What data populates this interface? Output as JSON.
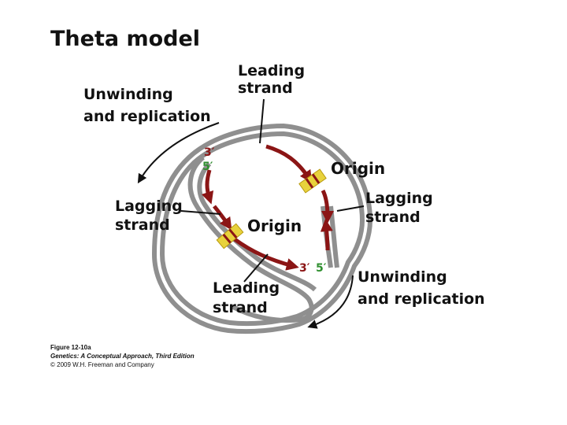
{
  "title": "Theta model",
  "labels": {
    "leading_strand_top": [
      "Leading",
      "strand"
    ],
    "unwinding_top": [
      "Unwinding",
      "and replication"
    ],
    "origin_top": "Origin",
    "lagging_strand_right": [
      "Lagging",
      "strand"
    ],
    "lagging_strand_left": [
      "Lagging",
      "strand"
    ],
    "origin_center": "Origin",
    "leading_strand_bottom": [
      "Leading",
      "strand"
    ],
    "unwinding_bottom": [
      "Unwinding",
      "and replication"
    ]
  },
  "strand_ends": {
    "top_three_prime": "3′",
    "top_five_prime": "5′",
    "bottom_three_prime": "3′",
    "bottom_five_prime": "5′"
  },
  "caption": {
    "figure": "Figure 12-10a",
    "book": "Genetics: A Conceptual Approach, Third Edition",
    "copyright": "© 2009 W.H. Freeman and Company"
  },
  "colors": {
    "parental_dna": "#8f8f8f",
    "new_strand": "#8b1515",
    "origin_marker": "#e8d23c",
    "five_prime": "#2f8f2f"
  }
}
